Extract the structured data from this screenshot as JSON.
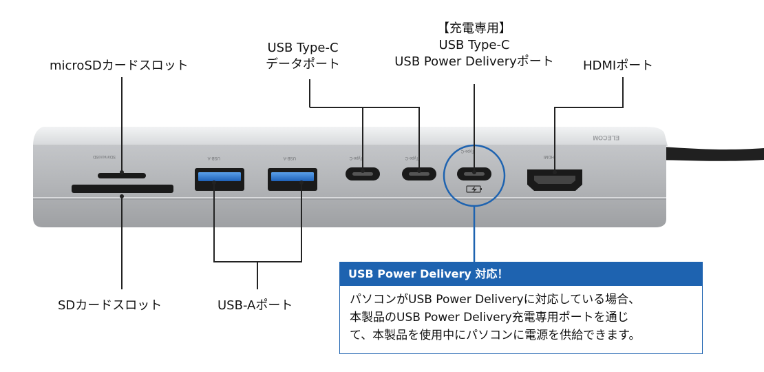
{
  "labels": {
    "microsd": "microSDカードスロット",
    "sd": "SDカードスロット",
    "usba": "USB-Aポート",
    "usbc_data_line1": "USB Type-C",
    "usbc_data_line2": "データポート",
    "pd_line1": "【充電専用】",
    "pd_line2": "USB Type-C",
    "pd_line3": "USB Power Deliveryポート",
    "hdmi": "HDMIポート"
  },
  "device": {
    "brand": "ELECOM",
    "port_labels": {
      "sd": "SD/microSD",
      "usba_1": "USB-A",
      "usba_2": "USB-A",
      "typec_1": "Type-C",
      "typec_2": "Type-C",
      "typec_pd": "Type-C",
      "hdmi": "HDMI"
    }
  },
  "callout": {
    "title": "USB Power Delivery 対応！",
    "body_line1": "パソコンがUSB Power Deliveryに対応している場合、",
    "body_line2": "本製品のUSB Power Delivery充電専用ポートを通じ",
    "body_line3": "て、本製品を使用中にパソコンに電源を供給できます。"
  },
  "colors": {
    "accent_blue": "#1e63b0",
    "usb3_blue": "#2f7ed8",
    "body_silver": "#c9cbce",
    "port_black": "#1a1a1a"
  }
}
